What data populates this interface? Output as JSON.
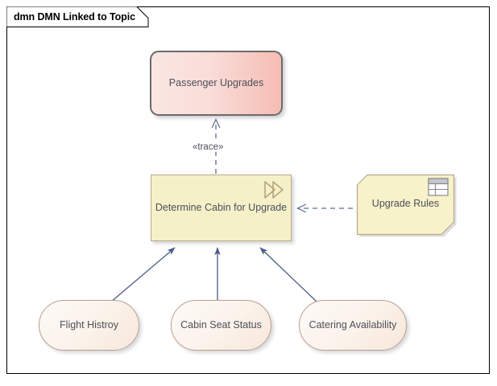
{
  "frame": {
    "tab_title": "dmn DMN Linked to Topic",
    "border_color": "#000000",
    "background": "#ffffff"
  },
  "nodes": [
    {
      "id": "passenger-upgrades",
      "label": "Passenger Upgrades",
      "shape": "rounded-rectangle",
      "fill_start": "#fae6e2",
      "fill_end": "#f5bdb4",
      "border_color": "#6b6b6b"
    },
    {
      "id": "determine-cabin",
      "label": "Determine Cabin for Upgrade",
      "shape": "rectangle",
      "fill": "#f5f0c8",
      "border_color": "#b9a98e",
      "icon": "double-chevron-icon"
    },
    {
      "id": "upgrade-rules",
      "label": "Upgrade Rules",
      "shape": "clipped-note",
      "fill": "#f7f2ca",
      "border_color": "#b9a98e",
      "icon": "table-icon"
    },
    {
      "id": "flight-history",
      "label": "Flight Histroy",
      "shape": "ellipse",
      "fill": "#fbf2ea",
      "border_color": "#b99e92"
    },
    {
      "id": "cabin-seat-status",
      "label": "Cabin Seat Status",
      "shape": "ellipse",
      "fill": "#fbf2ea",
      "border_color": "#b99e92"
    },
    {
      "id": "catering-availability",
      "label": "Catering Availability",
      "shape": "ellipse",
      "fill": "#fbf2ea",
      "border_color": "#b99e92"
    }
  ],
  "connectors": {
    "trace_label": "«trace»",
    "line_color": "#4a5c86",
    "dependency_color": "#5a6a90",
    "items": [
      {
        "from": "determine-cabin",
        "to": "passenger-upgrades",
        "style": "dashed",
        "arrow": "open",
        "label": "«trace»"
      },
      {
        "from": "upgrade-rules",
        "to": "determine-cabin",
        "style": "dashed",
        "arrow": "open",
        "label": ""
      },
      {
        "from": "flight-history",
        "to": "determine-cabin",
        "style": "solid",
        "arrow": "filled",
        "label": ""
      },
      {
        "from": "cabin-seat-status",
        "to": "determine-cabin",
        "style": "solid",
        "arrow": "filled",
        "label": ""
      },
      {
        "from": "catering-availability",
        "to": "determine-cabin",
        "style": "solid",
        "arrow": "filled",
        "label": ""
      }
    ]
  }
}
